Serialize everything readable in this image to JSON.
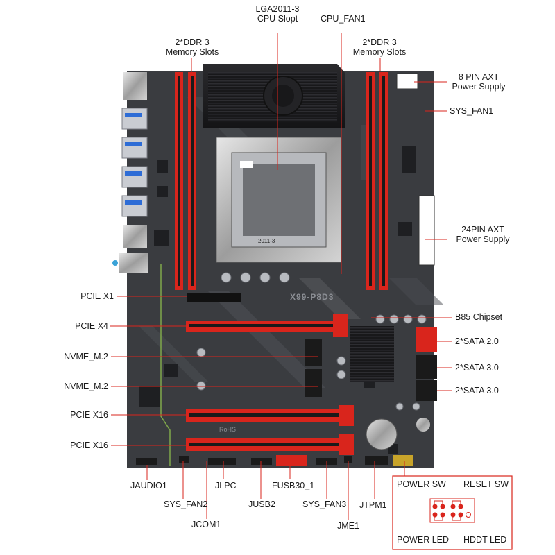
{
  "board": {
    "model": "X99-P8D3",
    "socket_marking": "2011-3",
    "rohs_mark": "RoHS"
  },
  "labels": {
    "cpu_socket": [
      "LGA2011-3",
      "CPU Slopt"
    ],
    "cpu_fan": "CPU_FAN1",
    "ddr_left": [
      "2*DDR 3",
      "Memory Slots"
    ],
    "ddr_right": [
      "2*DDR 3",
      "Memory Slots"
    ],
    "power_8pin": [
      "8 PIN AXT",
      "Power Supply"
    ],
    "sys_fan1": "SYS_FAN1",
    "power_24pin": [
      "24PIN AXT",
      "Power Supply"
    ],
    "chipset": "B85 Chipset",
    "sata_20": "2*SATA 2.0",
    "sata_30_a": "2*SATA 3.0",
    "sata_30_b": "2*SATA 3.0",
    "pcie_x1": "PCIE X1",
    "pcie_x4": "PCIE X4",
    "nvme_1": "NVME_M.2",
    "nvme_2": "NVME_M.2",
    "pcie_x16_a": "PCIE X16",
    "pcie_x16_b": "PCIE X16",
    "jaudio": "JAUDIO1",
    "sys_fan2": "SYS_FAN2",
    "jcom": "JCOM1",
    "jlpc": "JLPC",
    "jusb2": "JUSB2",
    "fusb30": "FUSB30_1",
    "sys_fan3": "SYS_FAN3",
    "jme": "JME1",
    "jtpm": "JTPM1"
  },
  "front_panel": {
    "power_sw": "POWER SW",
    "reset_sw": "RESET SW",
    "power_led": "POWER LED",
    "hddt_led": "HDDT LED"
  },
  "colors": {
    "board": "#3a3c40",
    "slot_red": "#d9251c",
    "leader": "#d9251c",
    "heatsink": "#1c1c1e"
  }
}
